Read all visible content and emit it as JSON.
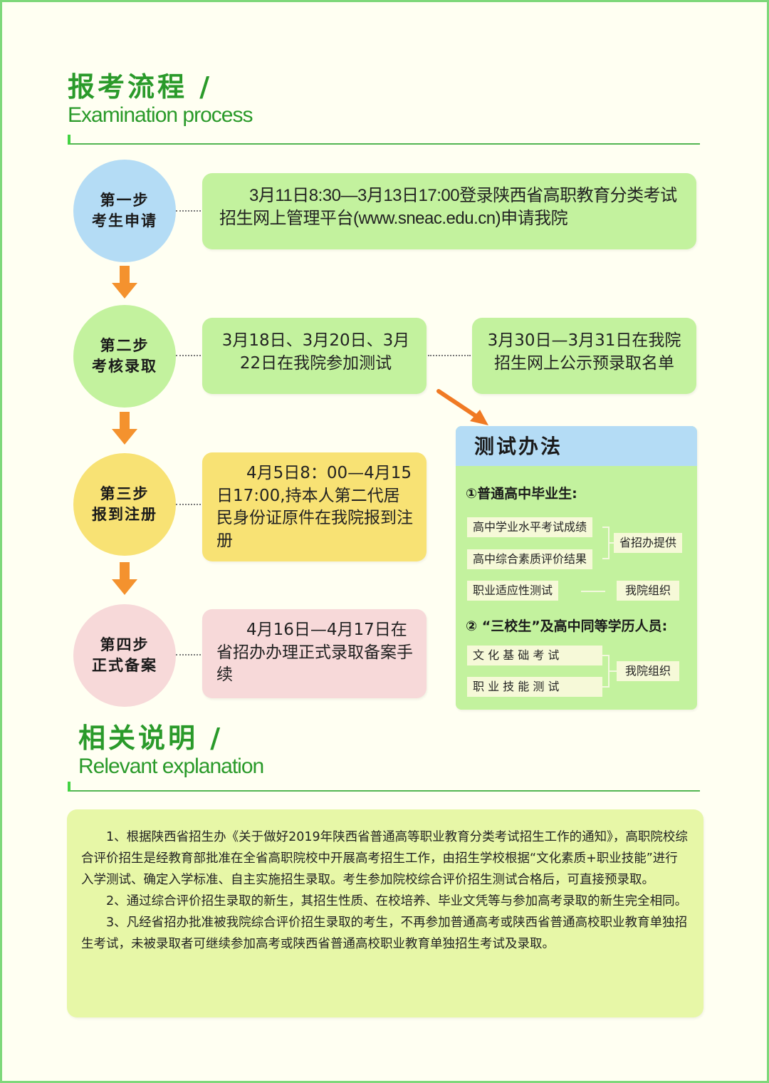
{
  "colors": {
    "background": "#fffff2",
    "heading_green": "#2a9a2a",
    "arrow_orange": "#f4922e",
    "step1_blue": "#b4dcf5",
    "step_green": "#c3f29e",
    "step3_yellow": "#f8e274",
    "step4_pink": "#f7d9d9",
    "notes_bg": "#e7f7a7"
  },
  "process_section": {
    "title_cn": "报考流程 /",
    "title_en": "Examination process"
  },
  "steps": [
    {
      "step": "第一步",
      "name": "考生申请",
      "boxes": [
        "3月11日8:30—3月13日17:00登录陕西省高职教育分类考试招生网上管理平台(www.sneac.edu.cn)申请我院"
      ]
    },
    {
      "step": "第二步",
      "name": "考核录取",
      "boxes": [
        "3月18日、3月20日、3月22日在我院参加测试",
        "3月30日—3月31日在我院招生网上公示预录取名单"
      ]
    },
    {
      "step": "第三步",
      "name": "报到注册",
      "boxes": [
        "4月5日8：00—4月15日17:00,持本人第二代居民身份证原件在我院报到注册"
      ]
    },
    {
      "step": "第四步",
      "name": "正式备案",
      "boxes": [
        "4月16日—4月17日在省招办办理正式录取备案手续"
      ]
    }
  ],
  "test_method": {
    "title": "测试办法",
    "group1": {
      "heading": "①普通高中毕业生:",
      "items": [
        "高中学业水平考试成绩",
        "高中综合素质评价结果",
        "职业适应性测试"
      ],
      "provider_a": "省招办提供",
      "provider_b": "我院组织"
    },
    "group2": {
      "heading": "② “三校生”及高中同等学历人员:",
      "items": [
        "文 化 基 础 考 试",
        "职 业 技 能 测 试"
      ],
      "provider": "我院组织"
    }
  },
  "notes_section": {
    "title_cn": "相关说明 /",
    "title_en": "Relevant explanation",
    "paragraphs": [
      "1、根据陕西省招生办《关于做好2019年陕西省普通高等职业教育分类考试招生工作的通知》，高职院校综合评价招生是经教育部批准在全省高职院校中开展高考招生工作，由招生学校根据“文化素质+职业技能”进行入学测试、确定入学标准、自主实施招生录取。考生参加院校综合评价招生测试合格后，可直接预录取。",
      "2、通过综合评价招生录取的新生，其招生性质、在校培养、毕业文凭等与参加高考录取的新生完全相同。",
      "3、凡经省招办批准被我院综合评价招生录取的考生，不再参加普通高考或陕西省普通高校职业教育单独招生考试，未被录取者可继续参加高考或陕西省普通高校职业教育单独招生考试及录取。"
    ]
  }
}
